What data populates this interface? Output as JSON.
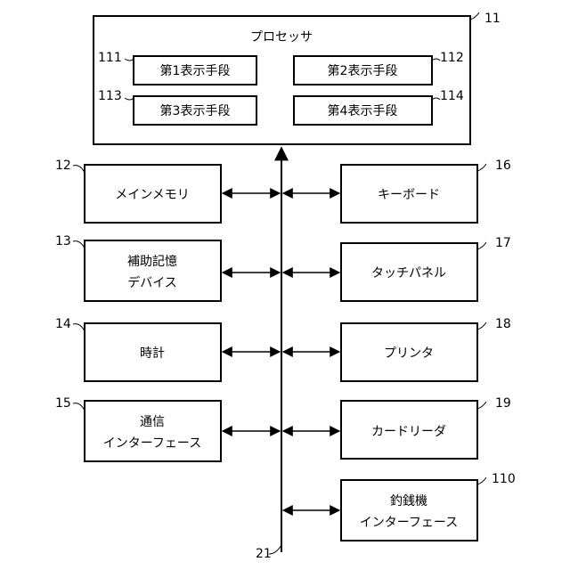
{
  "processor": {
    "title": "プロセッサ",
    "ref": "11",
    "units": [
      {
        "label": "第1表示手段",
        "ref": "111"
      },
      {
        "label": "第2表示手段",
        "ref": "112"
      },
      {
        "label": "第3表示手段",
        "ref": "113"
      },
      {
        "label": "第4表示手段",
        "ref": "114"
      }
    ]
  },
  "bus_ref": "21",
  "left_devices": [
    {
      "lines": [
        "メインメモリ"
      ],
      "ref": "12"
    },
    {
      "lines": [
        "補助記憶",
        "デバイス"
      ],
      "ref": "13"
    },
    {
      "lines": [
        "時計"
      ],
      "ref": "14"
    },
    {
      "lines": [
        "通信",
        "インターフェース"
      ],
      "ref": "15"
    }
  ],
  "right_devices": [
    {
      "lines": [
        "キーボード"
      ],
      "ref": "16"
    },
    {
      "lines": [
        "タッチパネル"
      ],
      "ref": "17"
    },
    {
      "lines": [
        "プリンタ"
      ],
      "ref": "18"
    },
    {
      "lines": [
        "カードリーダ"
      ],
      "ref": "19"
    },
    {
      "lines": [
        "釣銭機",
        "インターフェース"
      ],
      "ref": "110"
    }
  ]
}
